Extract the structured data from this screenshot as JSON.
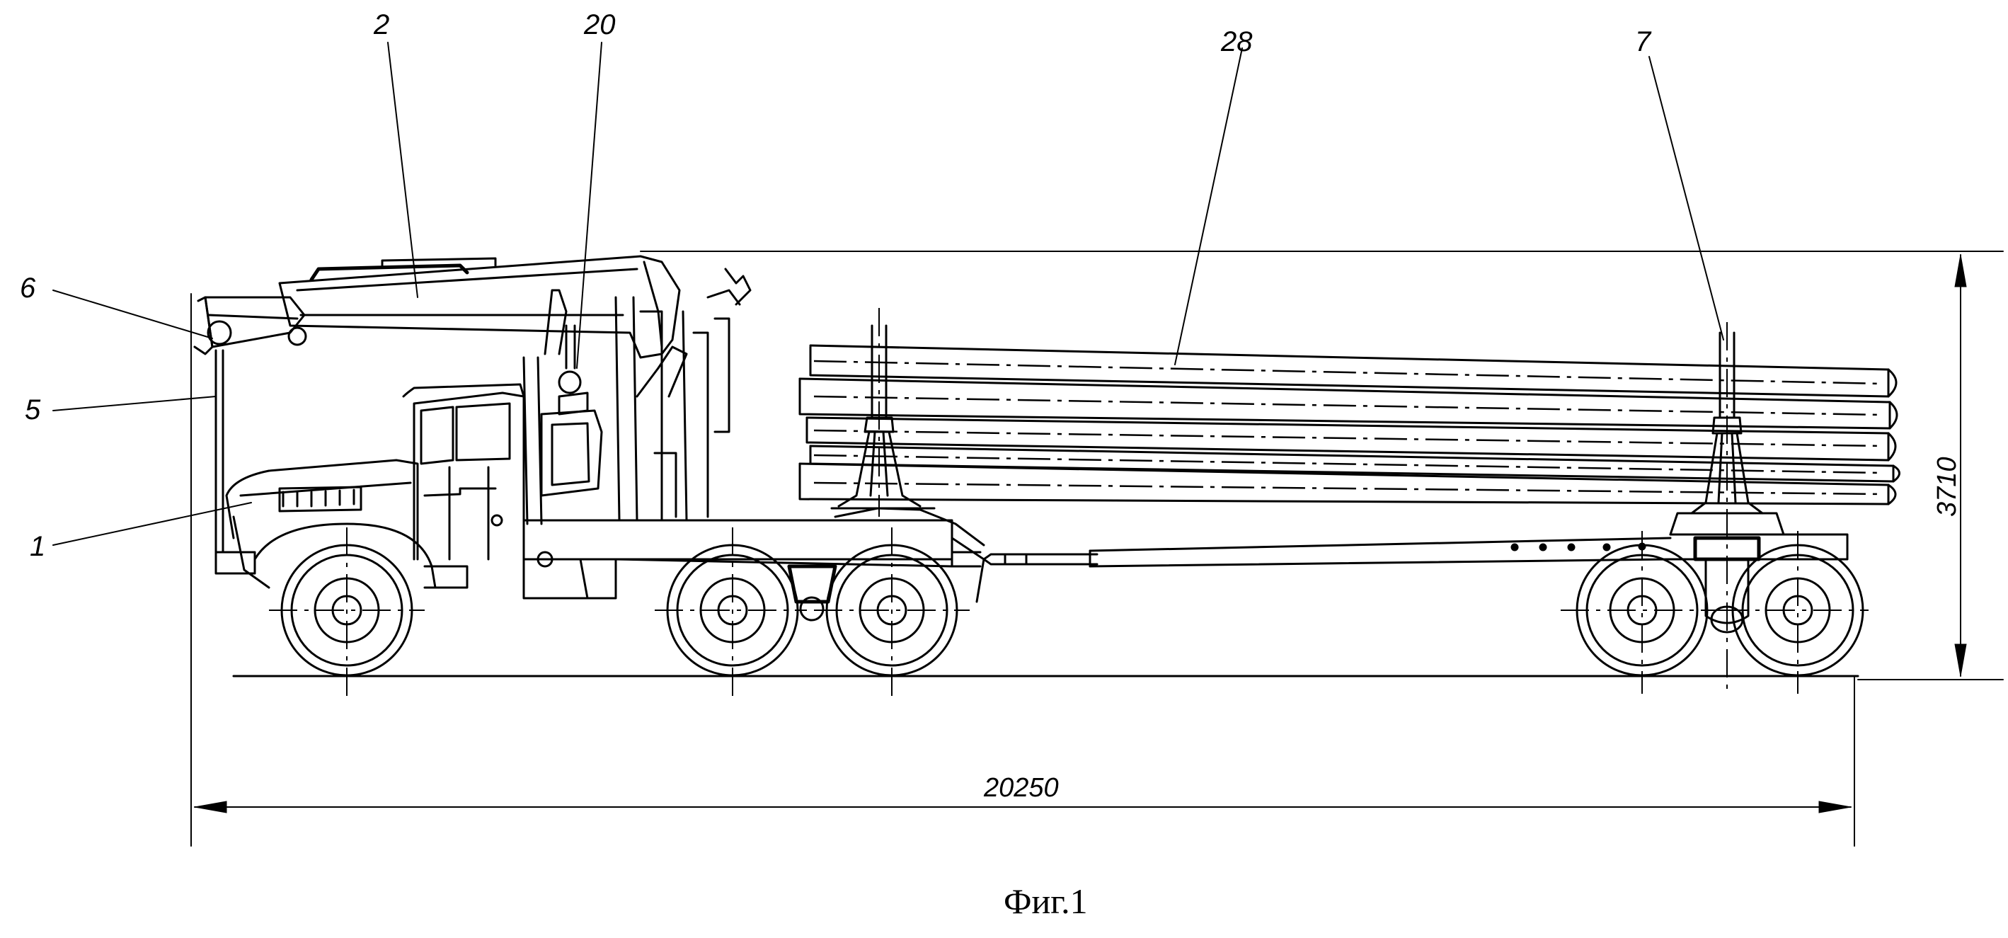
{
  "callouts": {
    "c1": "1",
    "c2": "2",
    "c5": "5",
    "c6": "6",
    "c7": "7",
    "c20": "20",
    "c28": "28"
  },
  "dimensions": {
    "overall_length": "20250",
    "overall_height": "3710"
  },
  "caption": "Фиг.1"
}
